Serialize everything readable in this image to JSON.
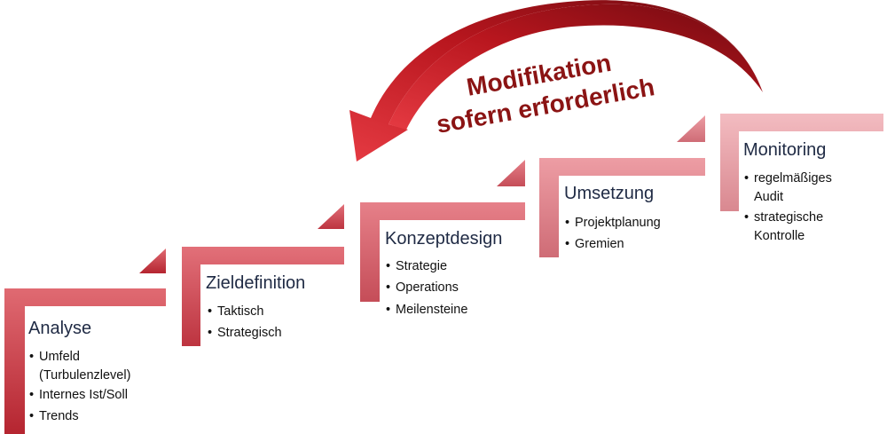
{
  "colors": {
    "step_dark": "#b3232d",
    "step_mid": "#d9606a",
    "step_light": "#f0c4c8",
    "arrow_dark": "#7a0d12",
    "arrow_light": "#e0353e",
    "title_text": "#1f2a44",
    "label_text": "#8b1414"
  },
  "stages": [
    {
      "title": "Analyse",
      "bullets": [
        "Umfeld",
        "(Turbulenzlevel)",
        "Internes Ist/Soll",
        "Trends"
      ],
      "bullet_marks": [
        true,
        false,
        true,
        true
      ]
    },
    {
      "title": "Zieldefinition",
      "bullets": [
        "Taktisch",
        "Strategisch"
      ],
      "bullet_marks": [
        true,
        true
      ]
    },
    {
      "title": "Konzeptdesign",
      "bullets": [
        "Strategie",
        "Operations",
        "Meilensteine"
      ],
      "bullet_marks": [
        true,
        true,
        true
      ]
    },
    {
      "title": "Umsetzung",
      "bullets": [
        "Projektplanung",
        "Gremien"
      ],
      "bullet_marks": [
        true,
        true
      ]
    },
    {
      "title": "Monitoring",
      "bullets": [
        "regelmäßiges",
        "Audit",
        "strategische",
        "Kontrolle"
      ],
      "bullet_marks": [
        true,
        false,
        true,
        false
      ]
    }
  ],
  "feedback_arrow": {
    "line1": "Modifikation",
    "line2": "sofern erforderlich"
  }
}
